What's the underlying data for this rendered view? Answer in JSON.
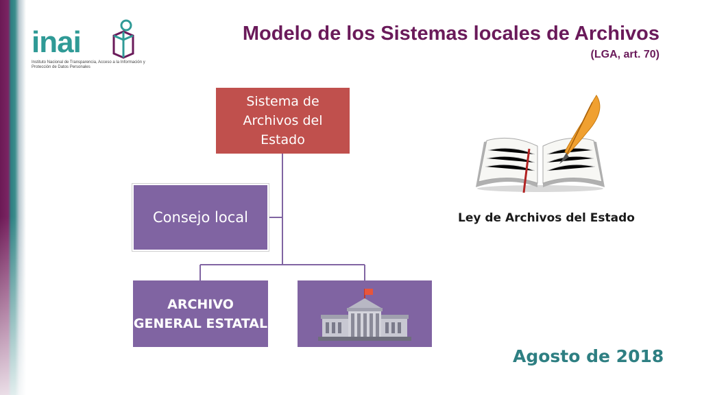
{
  "logo": {
    "name": "inai",
    "subtitle": "Instituto Nacional de Transparencia, Acceso a la Información y Protección de Datos Personales"
  },
  "header": {
    "title": "Modelo de los Sistemas locales de Archivos",
    "subtitle": "(LGA, art. 70)"
  },
  "diagram": {
    "root": "Sistema de Archivos del Estado",
    "assistant": "Consejo local",
    "children": [
      {
        "label": "ARCHIVO GENERAL ESTATAL"
      },
      {
        "label": "",
        "icon": "government-building-icon"
      }
    ]
  },
  "book": {
    "icon": "open-book-with-quill-icon",
    "caption": "Ley  de Archivos del Estado"
  },
  "footer": {
    "date": "Agosto de 2018"
  },
  "colors": {
    "brand_purple": "#6a1a5a",
    "brand_teal": "#2e7f82",
    "root_box": "#c0504d",
    "child_box": "#8064a2"
  }
}
